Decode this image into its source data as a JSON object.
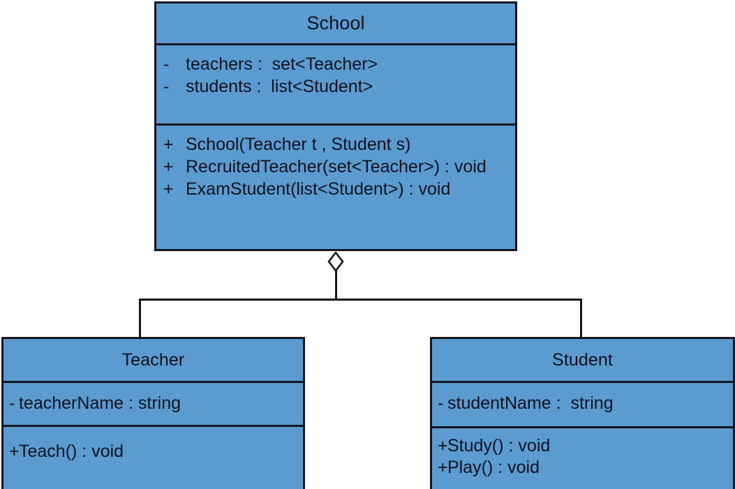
{
  "diagram": {
    "type": "uml-class-diagram",
    "title": "School composed of Teacher and Student",
    "colors": {
      "class_fill": "#5B9BD0",
      "border": "#15151F",
      "text": "#121220",
      "diamond_fill": "#FFFFFF",
      "background": "#FFFFFF"
    }
  },
  "classes": {
    "school": {
      "name": "School",
      "attributes": [
        {
          "visibility": "-",
          "signature": "teachers :  set<Teacher>"
        },
        {
          "visibility": "-",
          "signature": "students :  list<Student>"
        }
      ],
      "methods": [
        {
          "visibility": "+",
          "signature": "School(Teacher t , Student s)"
        },
        {
          "visibility": "+",
          "signature": "RecruitedTeacher(set<Teacher>) : void"
        },
        {
          "visibility": "+",
          "signature": "ExamStudent(list<Student>) : void"
        }
      ]
    },
    "teacher": {
      "name": "Teacher",
      "attributes": [
        {
          "visibility": "-",
          "signature": "teacherName : string"
        }
      ],
      "methods": [
        {
          "visibility": "+",
          "signature": "Teach() : void"
        }
      ]
    },
    "student": {
      "name": "Student",
      "attributes": [
        {
          "visibility": "-",
          "signature": "studentName :  string"
        }
      ],
      "methods": [
        {
          "visibility": "+",
          "signature": "Study() : void"
        },
        {
          "visibility": "+",
          "signature": "Play() : void"
        }
      ]
    }
  },
  "relationships": [
    {
      "kind": "aggregation",
      "marker": "hollow-diamond",
      "from": "School",
      "to": "Teacher"
    },
    {
      "kind": "aggregation",
      "marker": "hollow-diamond",
      "from": "School",
      "to": "Student"
    }
  ]
}
